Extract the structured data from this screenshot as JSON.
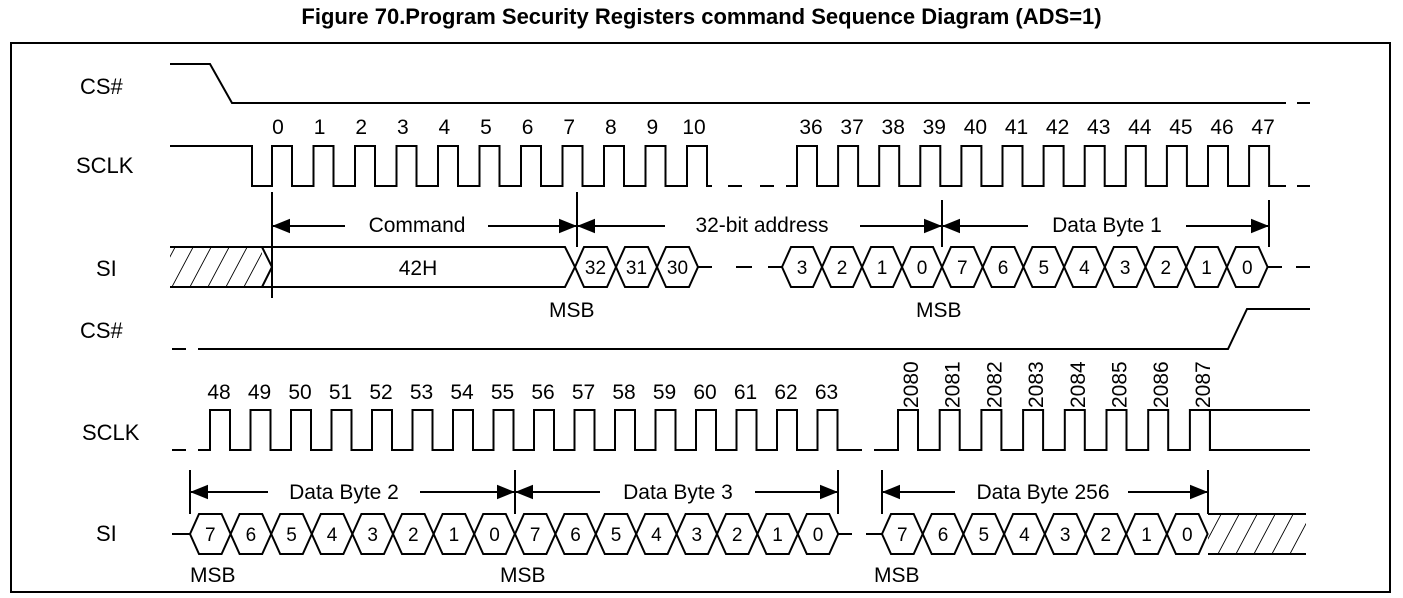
{
  "title": "Figure 70.Program Security Registers command Sequence Diagram (ADS=1)",
  "signals": {
    "cs": "CS#",
    "sclk": "SCLK",
    "si": "SI"
  },
  "row1": {
    "clock_numbers_left": [
      "0",
      "1",
      "2",
      "3",
      "4",
      "5",
      "6",
      "7",
      "8",
      "9",
      "10"
    ],
    "clock_numbers_right": [
      "36",
      "37",
      "38",
      "39",
      "40",
      "41",
      "42",
      "43",
      "44",
      "45",
      "46",
      "47"
    ],
    "command_label": "Command",
    "address_label": "32-bit address",
    "data_label": "Data Byte 1",
    "command_value": "42H",
    "address_bits_start": [
      "32",
      "31",
      "30"
    ],
    "address_bits_end": [
      "3",
      "2",
      "1",
      "0"
    ],
    "data_bits": [
      "7",
      "6",
      "5",
      "4",
      "3",
      "2",
      "1",
      "0"
    ],
    "msb_label": "MSB"
  },
  "row2": {
    "clock_numbers": [
      "48",
      "49",
      "50",
      "51",
      "52",
      "53",
      "54",
      "55",
      "56",
      "57",
      "58",
      "59",
      "60",
      "61",
      "62",
      "63"
    ],
    "clock_numbers_end": [
      "2080",
      "2081",
      "2082",
      "2083",
      "2084",
      "2085",
      "2086",
      "2087"
    ],
    "byte_labels": [
      "Data Byte 2",
      "Data Byte 3",
      "Data Byte 256"
    ],
    "data_bits": [
      "7",
      "6",
      "5",
      "4",
      "3",
      "2",
      "1",
      "0"
    ],
    "msb_label": "MSB"
  }
}
